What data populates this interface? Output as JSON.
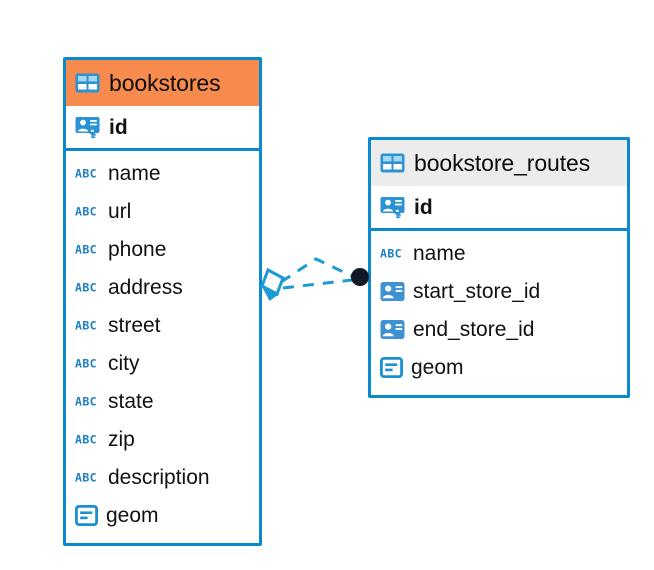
{
  "diagram": {
    "type": "entity-relationship-diagram",
    "background": "#ffffff",
    "accent_color": "#0a89cd",
    "selected_header_color": "#f78b4d",
    "unselected_header_color": "#ececec",
    "connector_color": "#1b9ad6",
    "connector_endpoint_color": "#111827"
  },
  "tables": [
    {
      "name": "bookstores",
      "selected": true,
      "table_icon": "table-icon",
      "primary_key": {
        "label": "id",
        "icon": "primary-key-icon"
      },
      "fields": [
        {
          "label": "name",
          "icon": "text-type-icon"
        },
        {
          "label": "url",
          "icon": "text-type-icon"
        },
        {
          "label": "phone",
          "icon": "text-type-icon"
        },
        {
          "label": "address",
          "icon": "text-type-icon"
        },
        {
          "label": "street",
          "icon": "text-type-icon"
        },
        {
          "label": "city",
          "icon": "text-type-icon"
        },
        {
          "label": "state",
          "icon": "text-type-icon"
        },
        {
          "label": "zip",
          "icon": "text-type-icon"
        },
        {
          "label": "description",
          "icon": "text-type-icon"
        },
        {
          "label": "geom",
          "icon": "geometry-type-icon"
        }
      ]
    },
    {
      "name": "bookstore_routes",
      "selected": false,
      "table_icon": "table-icon",
      "primary_key": {
        "label": "id",
        "icon": "primary-key-icon"
      },
      "fields": [
        {
          "label": "name",
          "icon": "text-type-icon"
        },
        {
          "label": "start_store_id",
          "icon": "foreign-key-icon"
        },
        {
          "label": "end_store_id",
          "icon": "foreign-key-icon"
        },
        {
          "label": "geom",
          "icon": "geometry-type-icon"
        }
      ]
    }
  ],
  "relationship": {
    "style": "dashed",
    "from_table": "bookstores",
    "to_table": "bookstore_routes",
    "source_marker": "diamond-marker",
    "target_marker": "filled-circle-marker"
  }
}
